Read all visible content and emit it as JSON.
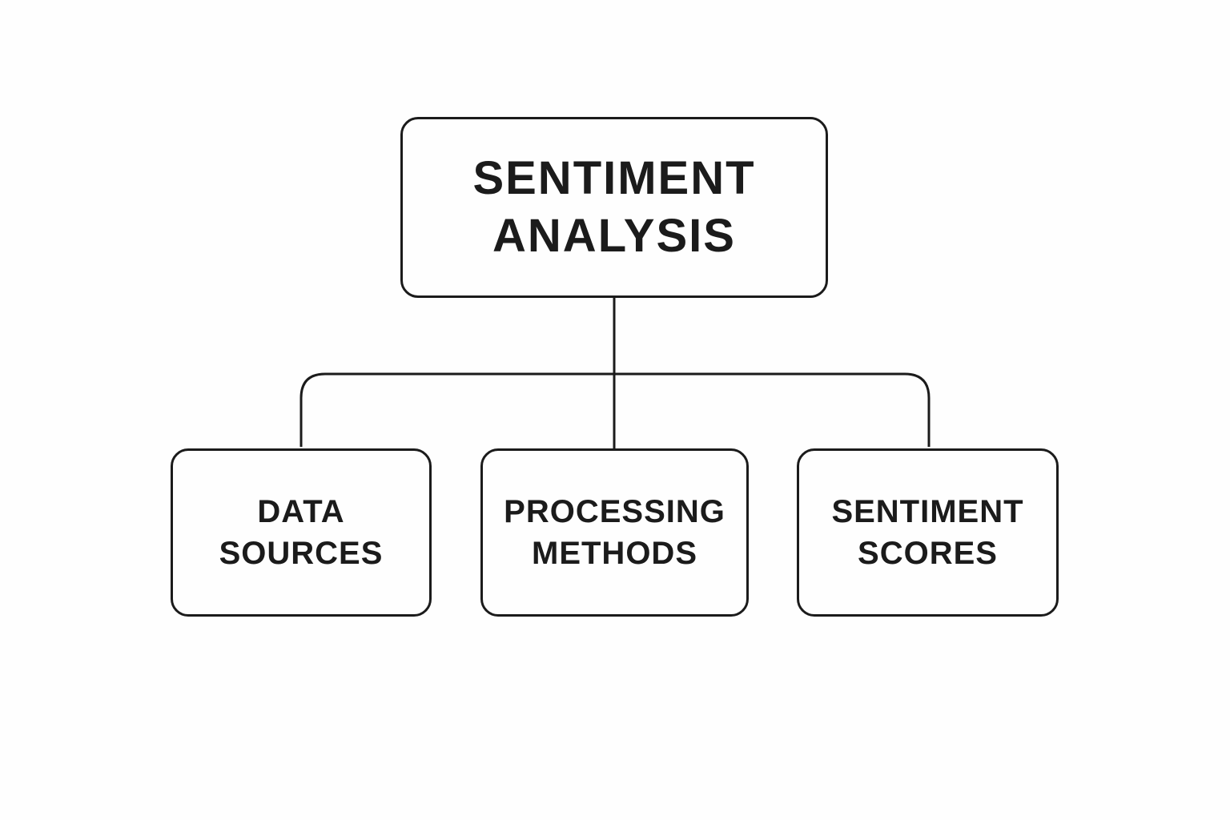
{
  "diagram": {
    "root": {
      "lines": [
        "SENTIMENT",
        "ANALYSIS"
      ]
    },
    "children": [
      {
        "lines": [
          "DATA",
          "SOURCES"
        ]
      },
      {
        "lines": [
          "PROCESSING",
          "METHODS"
        ]
      },
      {
        "lines": [
          "SENTIMENT",
          "SCORES"
        ]
      }
    ],
    "colors": {
      "stroke": "#1b1b1b",
      "background": "#fefefe"
    }
  }
}
